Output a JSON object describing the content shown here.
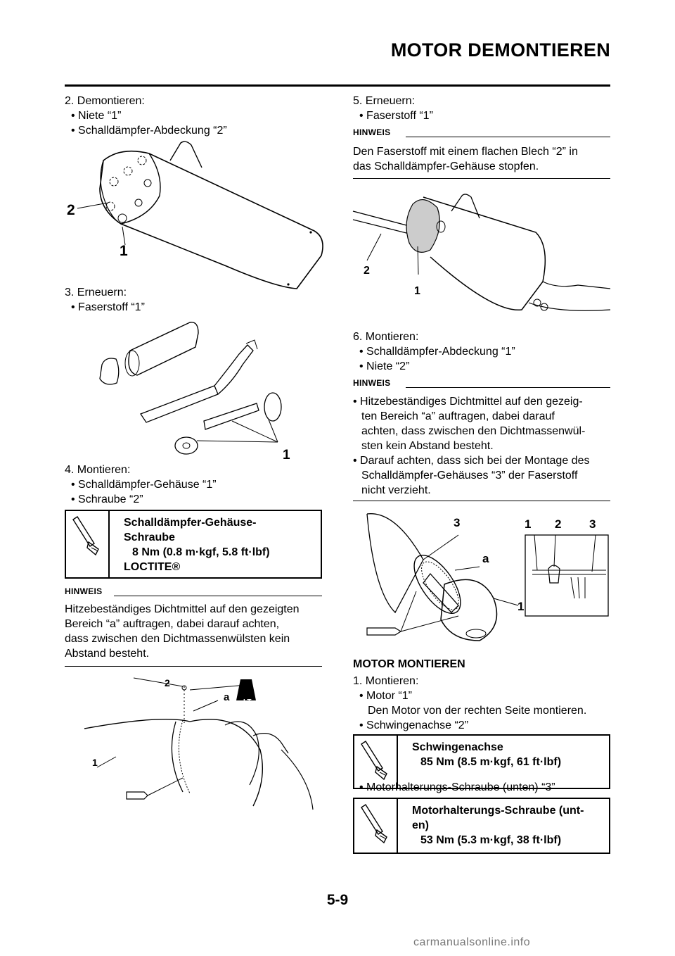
{
  "header": {
    "title": "MOTOR DEMONTIEREN"
  },
  "left": {
    "step2": {
      "title": "2.  Demontieren:",
      "items": [
        "• Niete “1”",
        "• Schalldämpfer-Abdeckung “2”"
      ]
    },
    "fig1": {
      "label_2": "2",
      "label_1": "1"
    },
    "step3": {
      "title": "3.  Erneuern:",
      "items": [
        "• Faserstoff “1”"
      ]
    },
    "fig2": {
      "label_1": "1"
    },
    "step4": {
      "title": "4.  Montieren:",
      "items": [
        "• Schalldämpfer-Gehäuse “1”",
        "• Schraube “2”"
      ]
    },
    "spec1": {
      "line1": "Schalldämpfer-Gehäuse-",
      "line2": "Schraube",
      "line3": "8 Nm (0.8 m·kgf, 5.8 ft·lbf)",
      "line4": "LOCTITE®"
    },
    "note": {
      "label": "HINWEIS",
      "lines": [
        "Hitzebeständiges Dichtmittel auf den gezeigten",
        "Bereich “a” auftragen, dabei darauf achten,",
        "dass zwischen den Dichtmassenwülsten kein",
        "Abstand besteht."
      ]
    },
    "fig3": {
      "label_2": "2",
      "label_a": "a",
      "label_1": "1",
      "badge": "LT"
    }
  },
  "right": {
    "step5": {
      "title": "5.  Erneuern:",
      "items": [
        "• Faserstoff “1”"
      ]
    },
    "note1": {
      "label": "HINWEIS",
      "lines": [
        "Den Faserstoff mit einem flachen Blech “2” in",
        "das Schalldämpfer-Gehäuse stopfen."
      ]
    },
    "fig4": {
      "label_2": "2",
      "label_1": "1"
    },
    "step6": {
      "title": "6.  Montieren:",
      "items": [
        "• Schalldämpfer-Abdeckung “1”",
        "• Niete “2”"
      ]
    },
    "note2": {
      "label": "HINWEIS",
      "lines": [
        "• Hitzebeständiges Dichtmittel auf den gezeig-",
        "ten Bereich “a” auftragen, dabei darauf",
        "achten, dass zwischen den Dichtmassenwül-",
        "sten kein Abstand besteht.",
        "• Darauf achten, dass sich bei der Montage des",
        "Schalldämpfer-Gehäuses “3” der Faserstoff",
        "nicht verzieht."
      ]
    },
    "fig5": {
      "label_3": "3",
      "label_a": "a",
      "label_1": "1",
      "inset_1": "1",
      "inset_2": "2",
      "inset_3": "3"
    },
    "section": {
      "title": "MOTOR MONTIEREN"
    },
    "step1": {
      "title": "1.  Montieren:",
      "items": [
        "• Motor “1”",
        "Den Motor von der rechten Seite montieren.",
        "• Schwingenachse “2”"
      ]
    },
    "spec2": {
      "line1": "Schwingenachse",
      "line2": "85 Nm (8.5 m·kgf, 61 ft·lbf)"
    },
    "item3": "• Motorhalterungs-Schraube (unten) “3”",
    "spec3": {
      "line1": "Motorhalterungs-Schraube (unt-",
      "line2": "en)",
      "line3": "53 Nm (5.3 m·kgf, 38 ft·lbf)"
    }
  },
  "footer": {
    "page_number": "5-9",
    "watermark": "carmanualsonline.info"
  }
}
